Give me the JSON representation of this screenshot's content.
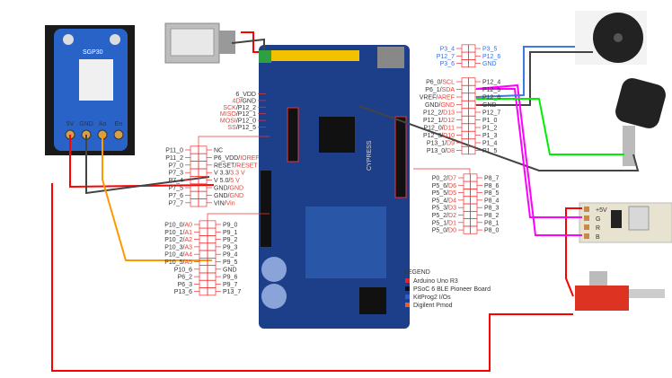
{
  "board": {
    "brand": "CYPRESS"
  },
  "sensor": {
    "name": "SGP30",
    "pins": [
      "5V",
      "GND",
      "Ao",
      "En"
    ]
  },
  "header_spi": [
    {
      "a": "6_VDD",
      "b": ""
    },
    {
      "a": "",
      "b": "4D",
      "c": "/GND"
    },
    {
      "a": "",
      "b": "SCK",
      "c": "/P12_2"
    },
    {
      "a": "",
      "b": "MISO",
      "c": "/P12_1"
    },
    {
      "a": "",
      "b": "MOSI",
      "c": "/P12_0"
    },
    {
      "a": "",
      "b": "SS",
      "c": "/P12_5"
    }
  ],
  "header_power": {
    "left": [
      "P11_0",
      "P11_2",
      "P7_0",
      "P7_3",
      "P7_4",
      "P7_5",
      "P7_6",
      "P7_7"
    ],
    "right": [
      {
        "a": "NC",
        "b": ""
      },
      {
        "a": "P6_VDD/",
        "b": "IOREF"
      },
      {
        "a": "RESET/",
        "b": "RESET"
      },
      {
        "a": "V 3.3/",
        "b": "3.3 V"
      },
      {
        "a": "V 5.0/",
        "b": "5 V"
      },
      {
        "a": "GND/",
        "b": "GND"
      },
      {
        "a": "GND/",
        "b": "GND"
      },
      {
        "a": "VIN/",
        "b": "Vin"
      }
    ]
  },
  "header_analog": {
    "left": [
      {
        "a": "P10_0/",
        "b": "A0"
      },
      {
        "a": "P10_1/",
        "b": "A1"
      },
      {
        "a": "P10_2/",
        "b": "A2"
      },
      {
        "a": "P10_3/",
        "b": "A3"
      },
      {
        "a": "P10_4/",
        "b": "A4"
      },
      {
        "a": "P10_5/",
        "b": "A5"
      },
      {
        "a": "P10_6",
        "b": ""
      },
      {
        "a": "P6_2",
        "b": ""
      },
      {
        "a": "P6_3",
        "b": ""
      },
      {
        "a": "P13_6",
        "b": ""
      }
    ],
    "right": [
      "P9_0",
      "P9_1",
      "P9_2",
      "P9_3",
      "P9_4",
      "P9_5",
      "GND",
      "P9_6",
      "P9_7",
      "P13_7"
    ]
  },
  "header_kitprog": {
    "left": [
      "P3_4",
      "P12_7",
      "P3_6"
    ],
    "right": [
      "P3_5",
      "P12_6",
      "GND"
    ]
  },
  "header_digital_high": {
    "left": [
      {
        "a": "P6_0/",
        "b": "SCL"
      },
      {
        "a": "P6_1/",
        "b": "SDA"
      },
      {
        "a": "VREF/",
        "b": "AREF"
      },
      {
        "a": "GND/",
        "b": "GND"
      },
      {
        "a": "P12_2/",
        "b": "D13"
      },
      {
        "a": "P12_1/",
        "b": "D12"
      },
      {
        "a": "P12_0/",
        "b": "D11"
      },
      {
        "a": "P12_3/",
        "b": "D10"
      },
      {
        "a": "P13_1/",
        "b": "D9"
      },
      {
        "a": "P13_0/",
        "b": "D8"
      }
    ],
    "right": [
      "P12_4",
      "P12_5",
      "P12_6",
      "GND",
      "P12_7",
      "P1_0",
      "P1_2",
      "P1_3",
      "P1_4",
      "P1_5"
    ]
  },
  "header_digital_low": {
    "left": [
      {
        "a": "P0_2/",
        "b": "D7"
      },
      {
        "a": "P5_6/",
        "b": "D6"
      },
      {
        "a": "P5_5/",
        "b": "D5"
      },
      {
        "a": "P5_4/",
        "b": "D4"
      },
      {
        "a": "P5_3/",
        "b": "D3"
      },
      {
        "a": "P5_2/",
        "b": "D2"
      },
      {
        "a": "P5_1/",
        "b": "D1"
      },
      {
        "a": "P5_0/",
        "b": "D0"
      }
    ],
    "right": [
      "P8_7",
      "P8_6",
      "P8_5",
      "P8_4",
      "P8_3",
      "P8_2",
      "P8_1",
      "P8_0"
    ]
  },
  "legend": {
    "title": "LEGEND",
    "items": [
      {
        "label": "Arduino Uno R3",
        "color": "#e8202a"
      },
      {
        "label": "PSoC 6 BLE Pioneer Board",
        "color": "#111111"
      },
      {
        "label": "KitProg2 I/Os",
        "color": "#2a5bd8"
      },
      {
        "label": "Digilent Pmod",
        "color": "#f05a28"
      }
    ]
  },
  "led_strip": {
    "pins": [
      "+5V",
      "G",
      "R",
      "B"
    ]
  },
  "wire_colors": {
    "power": "#ff0000",
    "ground": "#444444",
    "signal_orange": "#ff9900",
    "magenta": "#ff00ff",
    "green": "#00ee00",
    "blue": "#3a7be0"
  }
}
